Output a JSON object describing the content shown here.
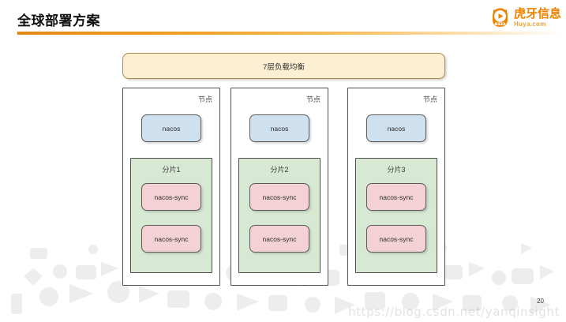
{
  "header": {
    "title": "全球部署方案",
    "rule_color": "#e08a16"
  },
  "logo": {
    "icon": "huya-tiger-logo-icon",
    "cn_name": "虎牙信息",
    "en_name": "Huya.com",
    "color": "#f08200"
  },
  "diagram": {
    "load_balancer": {
      "label": "7层负载均衡",
      "fill": "#fcefd2",
      "stroke": "#a68b56"
    },
    "nodes": [
      {
        "node_label": "节点",
        "nacos_label": "nacos",
        "nacos_fill": "#cfe0ef",
        "shard_label": "分片1",
        "shard_fill": "#d7e9d3",
        "sync_boxes": [
          "nacos-sync",
          "nacos-sync"
        ],
        "sync_fill": "#f3d1d4"
      },
      {
        "node_label": "节点",
        "nacos_label": "nacos",
        "nacos_fill": "#cfe0ef",
        "shard_label": "分片2",
        "shard_fill": "#d7e9d3",
        "sync_boxes": [
          "nacos-sync",
          "nacos-sync"
        ],
        "sync_fill": "#f3d1d4"
      },
      {
        "node_label": "节点",
        "nacos_label": "nacos",
        "nacos_fill": "#cfe0ef",
        "shard_label": "分片3",
        "shard_fill": "#d7e9d3",
        "sync_boxes": [
          "nacos-sync",
          "nacos-sync"
        ],
        "sync_fill": "#f3d1d4"
      }
    ]
  },
  "footer": {
    "page_number": "20",
    "watermark": "https://blog.csdn.net/yanqinsight"
  }
}
